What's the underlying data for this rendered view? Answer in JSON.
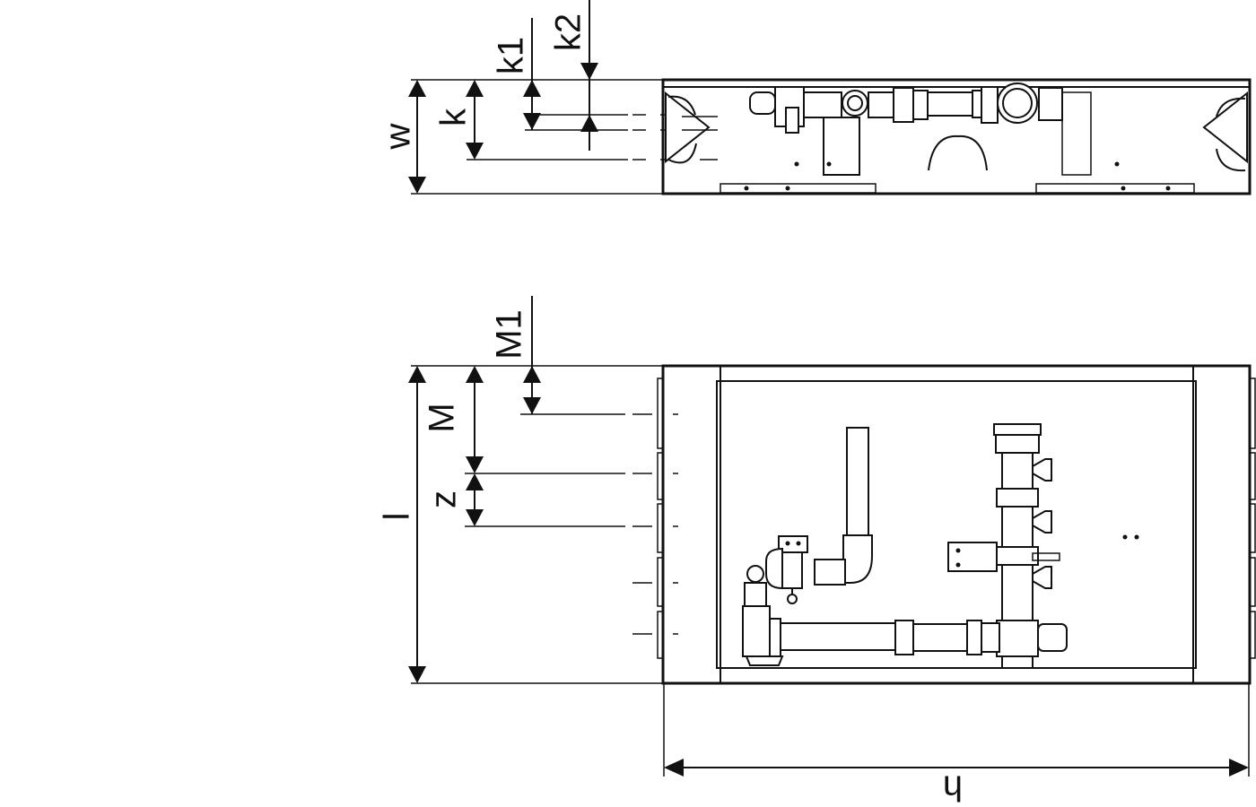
{
  "top_view": {
    "dimensions": {
      "w": "w",
      "k": "k",
      "k1": "k1",
      "k2": "k2"
    }
  },
  "front_view": {
    "dimensions": {
      "l": "l",
      "M": "M",
      "M1": "M1",
      "z": "z",
      "h": "h"
    }
  }
}
